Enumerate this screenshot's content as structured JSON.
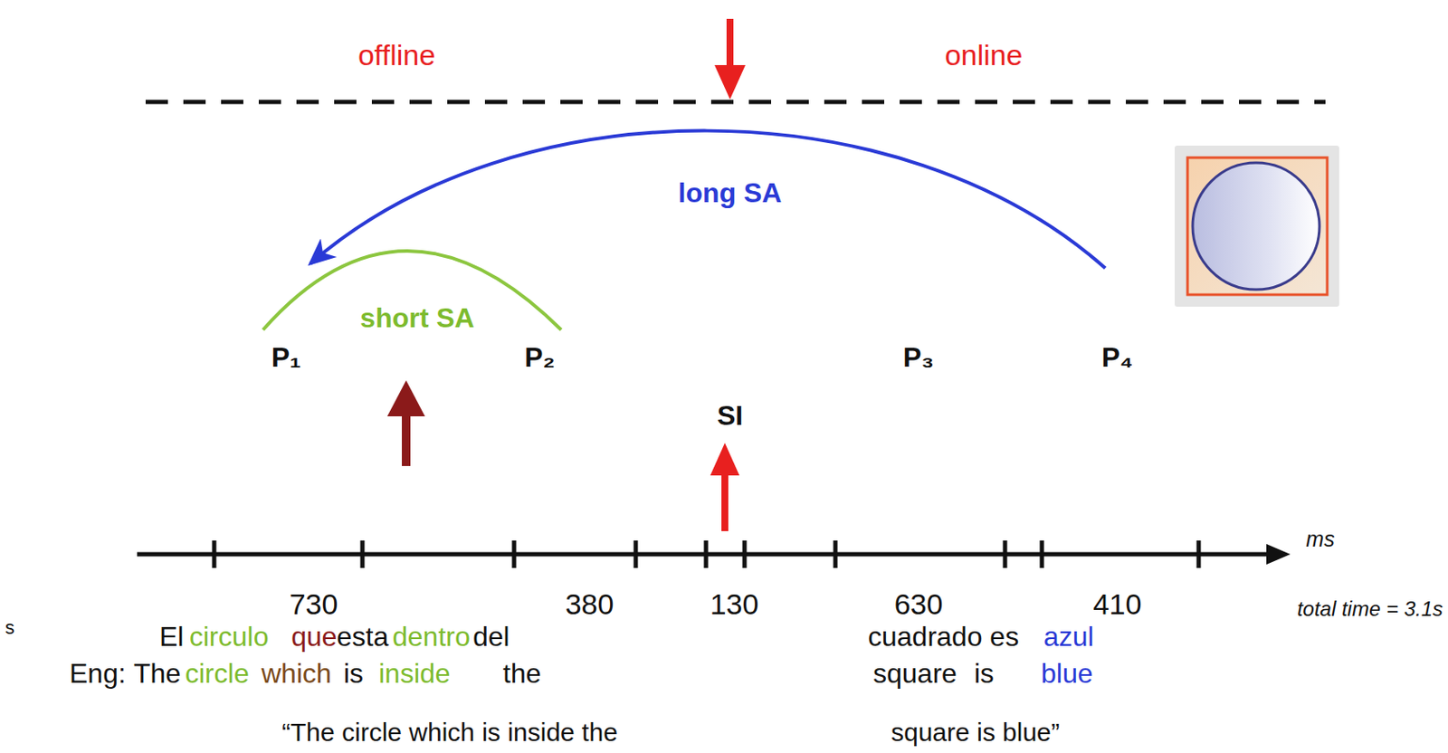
{
  "diagram": {
    "labels": [
      "offline",
      "online",
      "long SA",
      "short SA",
      "P₁",
      "P₂",
      "P₃",
      "P₄",
      "SI",
      "ms",
      "730",
      "380",
      "130",
      "630",
      "410",
      "total time = 3.1s",
      "s",
      "El",
      "circulo",
      "que",
      "esta",
      "dentro",
      "del",
      "cuadrado es",
      "azul",
      "Eng:",
      "The",
      "circle",
      "which",
      "is",
      "inside",
      "the",
      "square",
      "is",
      "blue",
      "“The circle which is inside the",
      "square is blue”"
    ]
  }
}
